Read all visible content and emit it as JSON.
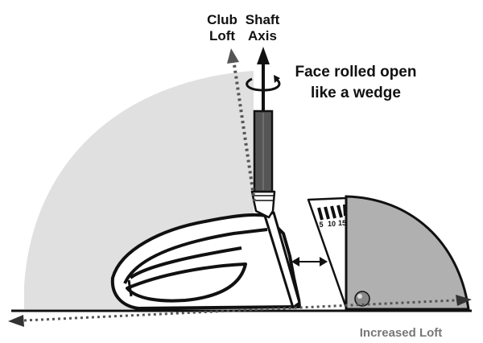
{
  "labels": {
    "club_loft_line1": "Club",
    "club_loft_line2": "Loft",
    "shaft_axis_line1": "Shaft",
    "shaft_axis_line2": "Axis",
    "face_rolled_line1": "Face rolled open",
    "face_rolled_line2": "like a wedge",
    "increased_loft": "Increased Loft"
  },
  "gauge": {
    "ticks": [
      "5",
      "10",
      "15"
    ]
  },
  "colors": {
    "sector_fill": "#e0e0e0",
    "gauge_fill": "#b0b0b0",
    "shaft_fill": "#555555",
    "text_dark": "#111111",
    "text_gray": "#777777",
    "stroke": "#111111"
  }
}
